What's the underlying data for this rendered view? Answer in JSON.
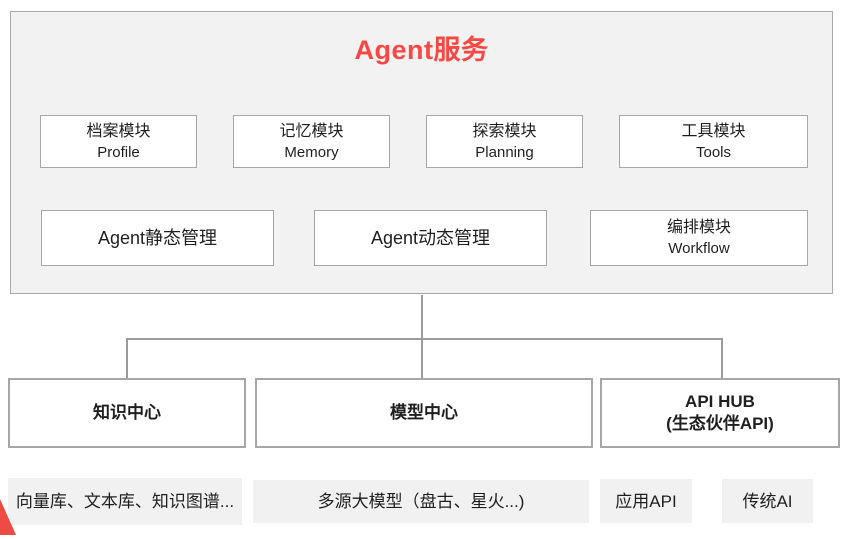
{
  "title": "Agent服务",
  "colors": {
    "accent_red": "#f94843",
    "panel_bg": "#f2f2f2",
    "box_border": "#a6a6a6",
    "bar_bg": "#f1f1f1",
    "connector": "#9b9b9b",
    "corner_shape_red": "#ee4b44"
  },
  "agent_service": {
    "modules_row1": [
      {
        "zh": "档案模块",
        "en": "Profile"
      },
      {
        "zh": "记忆模块",
        "en": "Memory"
      },
      {
        "zh": "探索模块",
        "en": "Planning"
      },
      {
        "zh": "工具模块",
        "en": "Tools"
      }
    ],
    "modules_row2": [
      {
        "zh": "Agent静态管理"
      },
      {
        "zh": "Agent动态管理"
      },
      {
        "zh": "编排模块",
        "en": "Workflow"
      }
    ]
  },
  "platforms": [
    {
      "line1": "知识中心"
    },
    {
      "line1": "模型中心"
    },
    {
      "line1": "API HUB",
      "line2": "(生态伙伴API)"
    }
  ],
  "resources": [
    {
      "label": "向量库、文本库、知识图谱..."
    },
    {
      "label": "多源大模型（盘古、星火...)"
    },
    {
      "label": "应用API"
    },
    {
      "label": "传统AI"
    }
  ]
}
